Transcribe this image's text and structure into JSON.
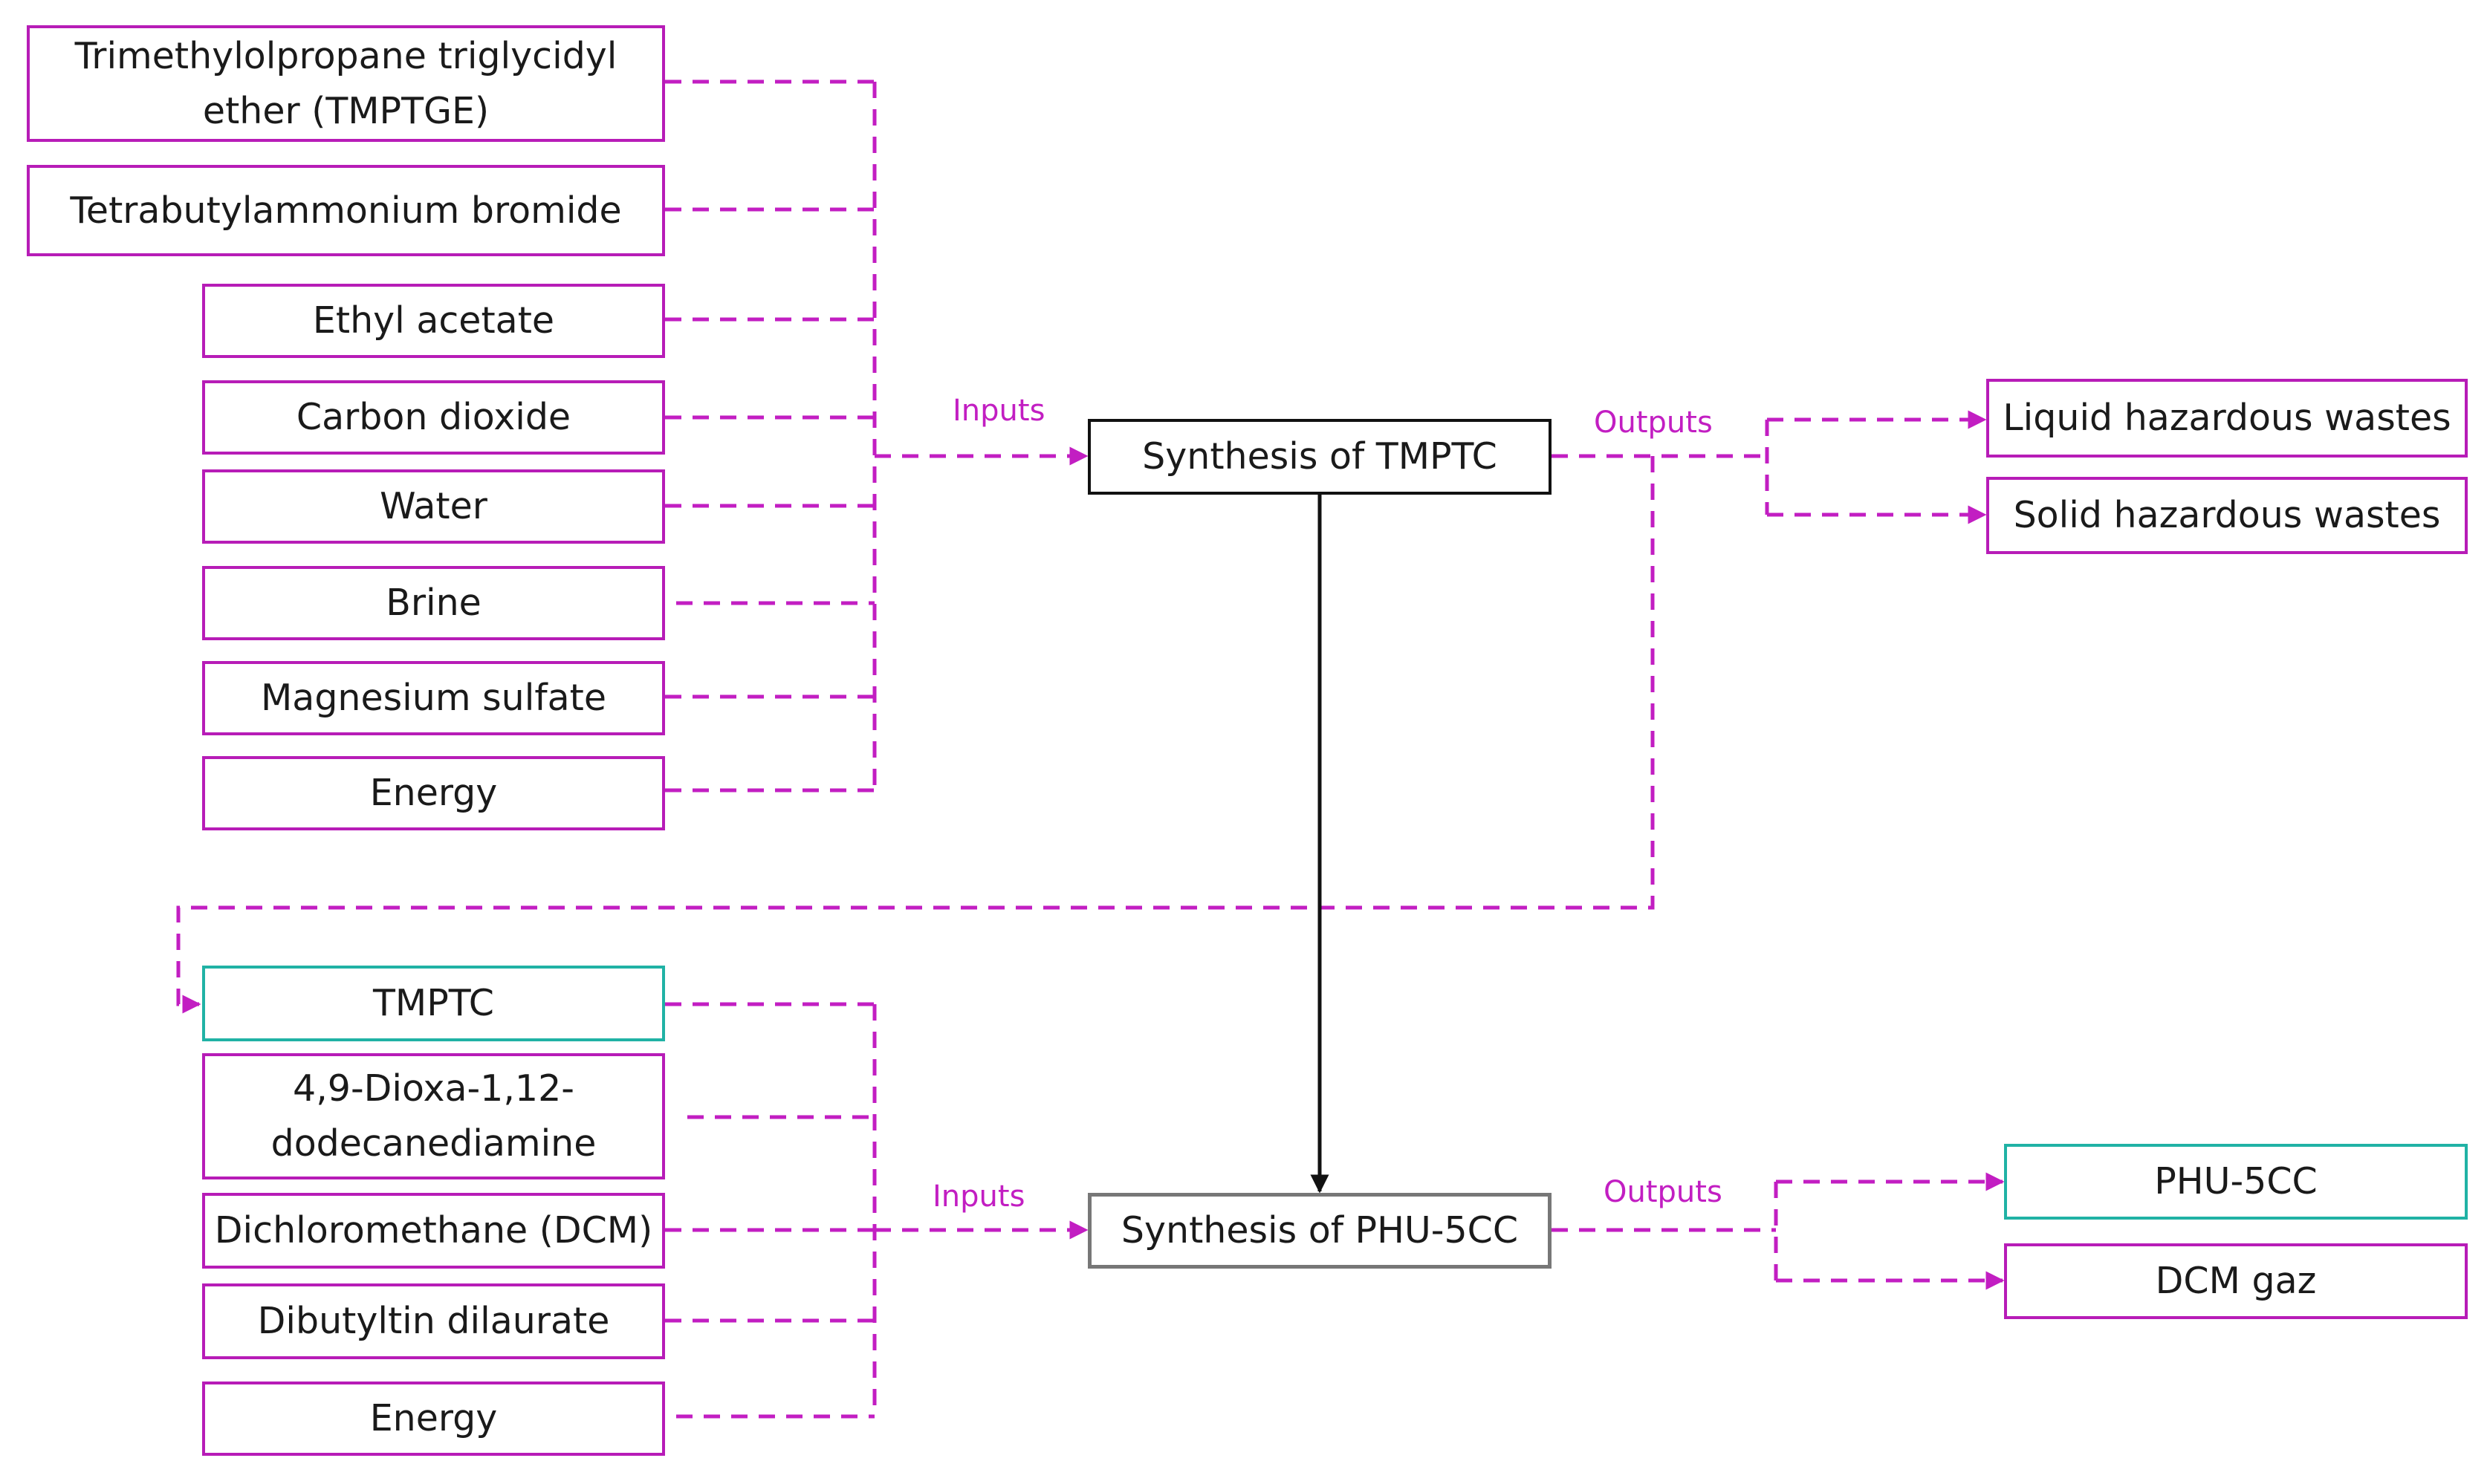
{
  "colors": {
    "link": "#c21ec2",
    "input_border": "#b71cb7",
    "product_border": "#20b2a5",
    "process1_border": "#111111",
    "process2_border": "#777777"
  },
  "stage1": {
    "process": "Synthesis of TMPTC",
    "inputs_label": "Inputs",
    "outputs_label": "Outputs",
    "inputs": [
      "Trimethylolpropane triglycidyl ether (TMPTGE)",
      "Tetrabutylammonium bromide",
      "Ethyl acetate",
      "Carbon dioxide",
      "Water",
      "Brine",
      "Magnesium sulfate",
      "Energy"
    ],
    "outputs": [
      "Liquid hazardous wastes",
      "Solid hazardous wastes"
    ]
  },
  "stage2": {
    "process": "Synthesis of PHU-5CC",
    "inputs_label": "Inputs",
    "outputs_label": "Outputs",
    "inputs": [
      "TMPTC",
      "4,9-Dioxa-1,12-dodecanediamine",
      "Dichloromethane (DCM)",
      "Dibutyltin dilaurate",
      "Energy"
    ],
    "outputs": [
      "PHU-5CC",
      "DCM gaz"
    ]
  }
}
